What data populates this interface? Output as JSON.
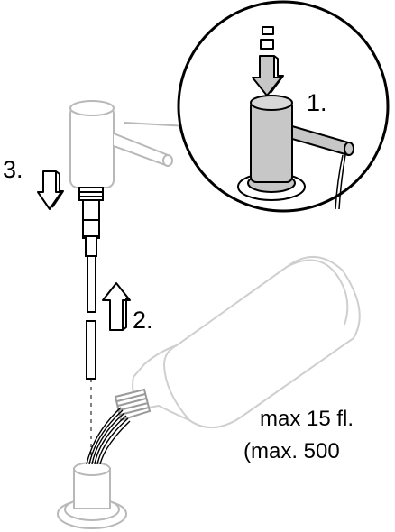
{
  "steps": {
    "one": "1.",
    "two": "2.",
    "three": "3."
  },
  "capacity": {
    "line1": "max 15 fl.",
    "line2": "(max. 500"
  },
  "colors": {
    "ink": "#000000",
    "faded_outline": "#b8b8b8",
    "metal_fill": "#c7c7c7",
    "bottle_outline": "#cfcfcf"
  }
}
